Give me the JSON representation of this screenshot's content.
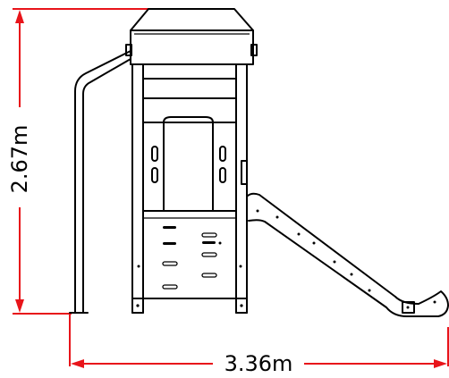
{
  "dimensions": {
    "height": {
      "label": "2.67m",
      "value": 2.67,
      "unit": "m"
    },
    "width": {
      "label": "3.36m",
      "value": 3.36,
      "unit": "m"
    }
  },
  "colors": {
    "dimension_lines": "#e8141a",
    "drawing_lines": "#000000",
    "background": "#ffffff"
  }
}
